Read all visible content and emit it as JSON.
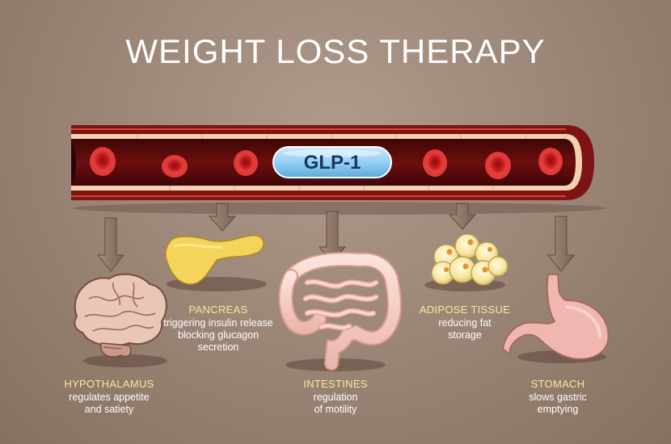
{
  "title": "WEIGHT LOSS THERAPY",
  "hormone": "GLP-1",
  "colors": {
    "background": "#9d8779",
    "vessel_wall": "#7d1414",
    "blood_cell": "#d42424",
    "badge": "#8fcdf2",
    "organ_name": "#f6eb9a",
    "arrow": "#8a6f62"
  },
  "organs": [
    {
      "icon": "brain-icon",
      "name": "HYPOTHALAMUS",
      "desc": "regulates appetite\nand satiety"
    },
    {
      "icon": "pancreas-icon",
      "name": "PANCREAS",
      "desc": "triggering insulin release\nblocking glucagon\nsecretion"
    },
    {
      "icon": "intestines-icon",
      "name": "INTESTINES",
      "desc": "regulation\nof motility"
    },
    {
      "icon": "adipose-cells-icon",
      "name": "ADIPOSE TISSUE",
      "desc": "reducing fat\nstorage"
    },
    {
      "icon": "stomach-icon",
      "name": "STOMACH",
      "desc": "slows gastric\nemptying"
    }
  ]
}
